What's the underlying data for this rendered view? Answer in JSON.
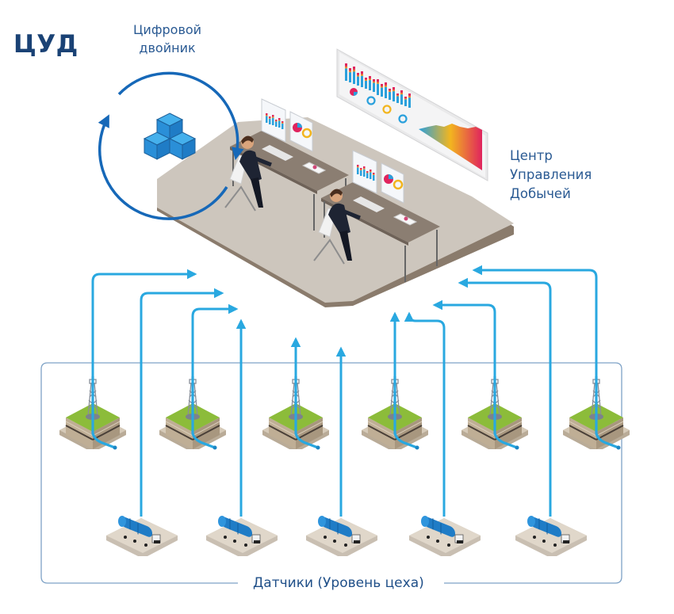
{
  "diagram": {
    "title": "ЦУД",
    "digital_twin": {
      "label_line1": "Цифровой",
      "label_line2": "двойник",
      "icon": "cubes-icon"
    },
    "control_center": {
      "label_line1": "Центр",
      "label_line2": "Управления",
      "label_line3": "Добычей",
      "operators": 2,
      "icon": "control-room-illustration"
    },
    "sensor_level": {
      "label": "Датчики (Уровень цеха)",
      "well_pads": 6,
      "truck_pads": 5
    },
    "colors": {
      "title": "#1a4275",
      "label": "#2a5a93",
      "arrow": "#29a8e0",
      "cycle_arrow": "#1668b8",
      "frame": "#7ea2c6",
      "floor": "#cdc6bd",
      "grass": "#8cbc3a",
      "cube": "#2a8fd8"
    }
  }
}
